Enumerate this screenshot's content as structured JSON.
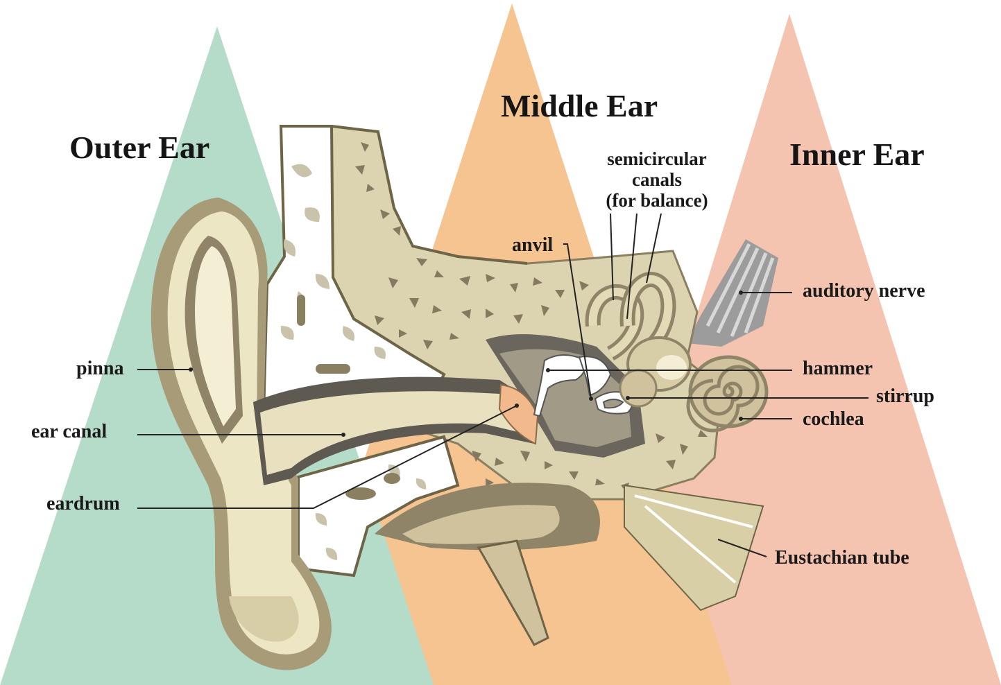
{
  "regions": {
    "outer": "Outer Ear",
    "middle": "Middle Ear",
    "inner": "Inner Ear"
  },
  "region_colors": {
    "outer": "#b4dcc8",
    "middle": "#f5c490",
    "inner": "#f4c4b0"
  },
  "labels": {
    "pinna": "pinna",
    "ear_canal": "ear canal",
    "eardrum": "eardrum",
    "anvil": "anvil",
    "semicircular_canals": [
      "semicircular",
      "canals",
      "(for balance)"
    ],
    "auditory_nerve": "auditory nerve",
    "hammer": "hammer",
    "stirrup": "stirrup",
    "cochlea": "cochlea",
    "eustachian_tube": "Eustachian tube"
  }
}
